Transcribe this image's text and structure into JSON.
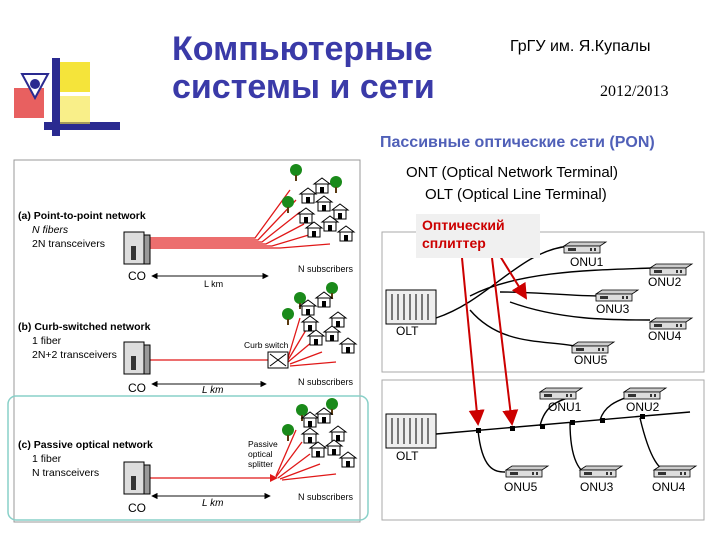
{
  "header": {
    "title_line1": "Компьютерные",
    "title_line2": "системы и сети",
    "university": "ГрГУ им. Я.Купалы",
    "year": "2012/2013"
  },
  "slide": {
    "subtitle": "Пассивные оптические сети (PON)",
    "ont_def": "ONT (Optical Network Terminal)",
    "olt_def": "OLT (Optical Line Terminal)",
    "splitter_label": "Оптический сплиттер"
  },
  "left_figure": {
    "a": {
      "heading": "(a) Point-to-point network",
      "line1": "N fibers",
      "line2": "2N transceivers",
      "co": "CO",
      "distance": "L km",
      "subscribers": "N subscribers"
    },
    "b": {
      "heading": "(b) Curb-switched network",
      "line1": "1 fiber",
      "line2": "2N+2 transceivers",
      "co": "CO",
      "distance": "L km",
      "subscribers": "N subscribers",
      "switch_label": "Curb switch"
    },
    "c": {
      "heading": "(c) Passive optical network",
      "line1": "1 fiber",
      "line2": "N transceivers",
      "co": "CO",
      "distance": "L km",
      "subscribers": "N subscribers",
      "splitter_line1": "Passive",
      "splitter_line2": "optical",
      "splitter_line3": "splitter"
    }
  },
  "right_figure": {
    "top": {
      "olt": "OLT",
      "onu1": "ONU1",
      "onu2": "ONU2",
      "onu3": "ONU3",
      "onu4": "ONU4",
      "onu5": "ONU5"
    },
    "bottom": {
      "olt": "OLT",
      "onu1": "ONU1",
      "onu2": "ONU2",
      "onu5": "ONU5",
      "onu3": "ONU3",
      "onu4": "ONU4"
    }
  },
  "colors": {
    "title": "#3a3aa8",
    "subtitle": "#5060b8",
    "fiber": "#e01818",
    "arrow": "#cc0000",
    "highlight": "#88d0c8"
  }
}
